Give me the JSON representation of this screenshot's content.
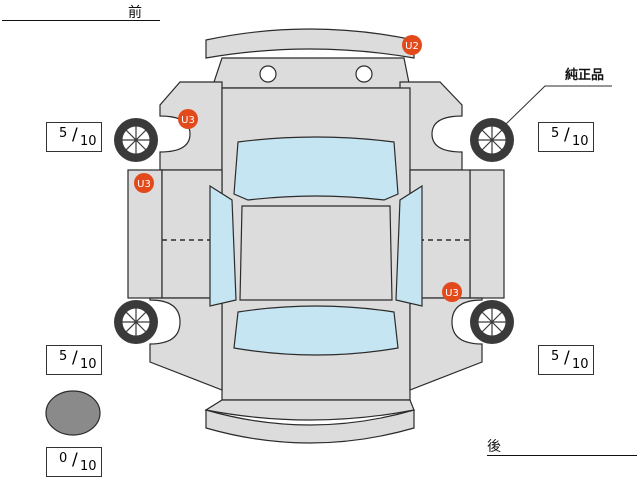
{
  "labels": {
    "front": "前",
    "rear": "後",
    "genuine_parts": "純正品"
  },
  "tires": [
    {
      "id": "front-left",
      "score": "5",
      "denominator": "10"
    },
    {
      "id": "front-right",
      "score": "5",
      "denominator": "10"
    },
    {
      "id": "rear-left",
      "score": "5",
      "denominator": "10"
    },
    {
      "id": "rear-right",
      "score": "5",
      "denominator": "10"
    },
    {
      "id": "spare",
      "score": "0",
      "denominator": "10"
    }
  ],
  "damage_markers": [
    {
      "code": "U2",
      "part": "front-bumper"
    },
    {
      "code": "U3",
      "part": "front-left-fender"
    },
    {
      "code": "U3",
      "part": "front-left-door-sill"
    },
    {
      "code": "U3",
      "part": "rear-right-door"
    }
  ],
  "colors": {
    "body": "#dcdcdc",
    "glass": "#c6e5f3",
    "outline": "#2b2b2b",
    "marker": "#e24a1b",
    "spare": "#8a8a8a"
  }
}
